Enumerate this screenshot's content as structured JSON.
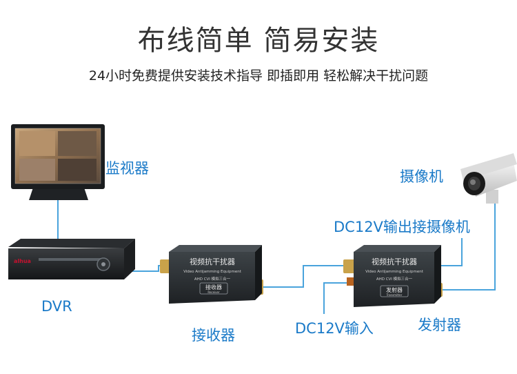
{
  "header": {
    "title": "布线简单 简易安装",
    "subtitle": "24小时免费提供安装技术指导 即插即用 轻松解决干扰问题"
  },
  "labels": {
    "monitor": "监视器",
    "dvr": "DVR",
    "receiver": "接收器",
    "camera": "摄像机",
    "camera_power": "DC12V输出接摄像机",
    "power_input": "DC12V输入",
    "transmitter": "发射器"
  },
  "device_text": {
    "receiver_title": "视频抗干扰器",
    "receiver_sub": "Video Antijamming Equipment",
    "receiver_mode": "AHD CVI 模拟三合一",
    "receiver_name": "接收器",
    "receiver_en": "Receiver",
    "transmitter_title": "视频抗干扰器",
    "transmitter_sub": "Video Antijamming Equipment",
    "transmitter_mode": "AHD CVI 模拟三合一",
    "transmitter_name": "发射器",
    "transmitter_en": "Transmitter",
    "dvr_brand": "alhua"
  },
  "colors": {
    "label": "#1a7ac8",
    "cable": "#49a3dc",
    "device_body": "#2d3134"
  }
}
